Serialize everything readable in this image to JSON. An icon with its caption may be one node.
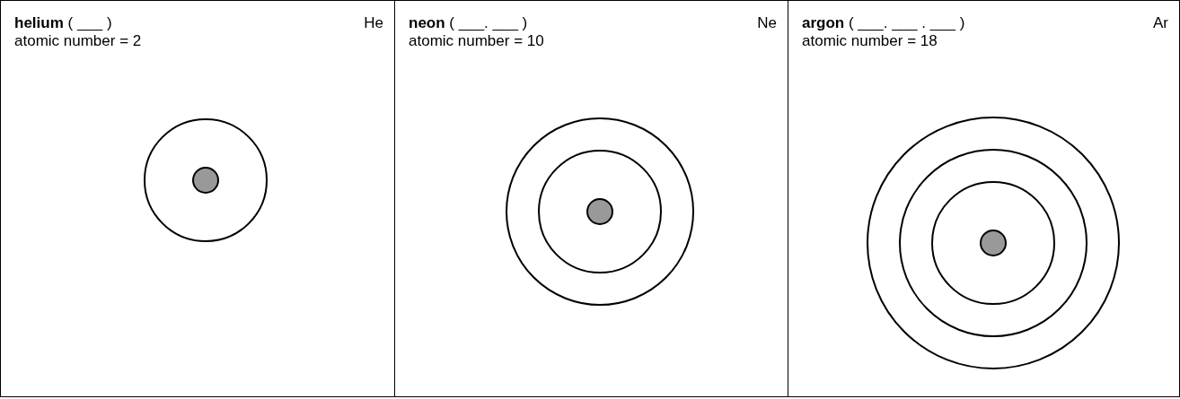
{
  "diagram": {
    "nodes": [
      {
        "text": [
          "**helium** ( ___ )",
          "He",
          "atomic number = 2"
        ]
      },
      {
        "text": [
          "**neon** ( ___. ___ )",
          "Ne",
          "atomic number = 10"
        ]
      },
      {
        "text": [
          "**argon** ( ___. ___ . ___ )",
          "Ar",
          "atomic number = 18"
        ]
      }
    ]
  }
}
